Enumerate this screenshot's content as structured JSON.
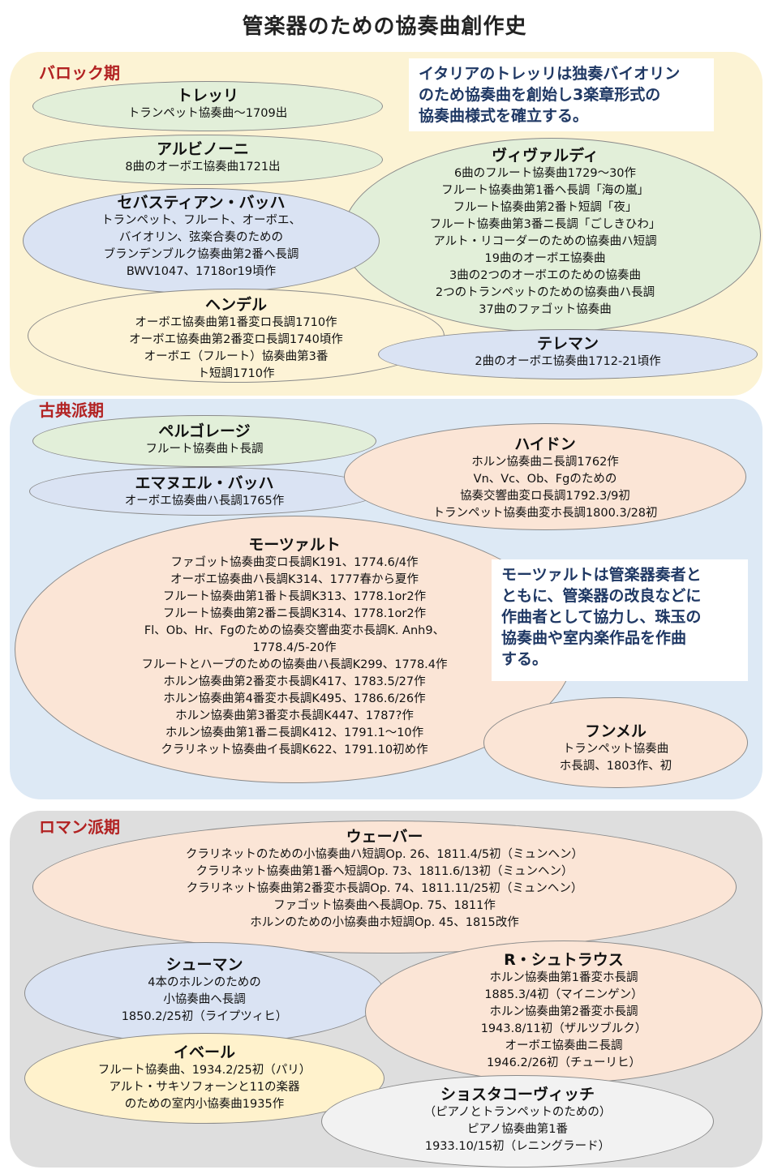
{
  "title": "管楽器のための協奏曲創作史",
  "colors": {
    "baroque_bg": "#fcf3d4",
    "classical_bg": "#dde9f5",
    "romantic_bg": "#dedede",
    "era_label": "#b22222",
    "note_text": "#1f3864"
  },
  "eras": {
    "baroque": "バロック期",
    "classical": "古典派期",
    "romantic": "ロマン派期"
  },
  "notes": {
    "baroque": [
      "イタリアのトレッリは独奏バイオリン",
      "のため協奏曲を創始し3楽章形式の",
      "協奏曲様式を確立する。"
    ],
    "classical": [
      "モーツァルトは管楽器奏者と",
      "ともに、管楽器の改良などに",
      "作曲者として協力し、珠玉の",
      "協奏曲や室内楽作品を作曲",
      "する。"
    ]
  },
  "composers": {
    "torelli": {
      "name": "トレッリ",
      "works": [
        "トランペット協奏曲～1709出"
      ]
    },
    "albinoni": {
      "name": "アルビノーニ",
      "works": [
        "8曲のオーボエ協奏曲1721出"
      ]
    },
    "bach": {
      "name": "セバスティアン・バッハ",
      "works": [
        "トランペット、フルート、オーボエ、",
        "バイオリン、弦楽合奏のための",
        "ブランデンブルク協奏曲第2番ヘ長調",
        "BWV1047、1718or19頃作"
      ]
    },
    "handel": {
      "name": "ヘンデル",
      "works": [
        "オーボエ協奏曲第1番変ロ長調1710作",
        "オーボエ協奏曲第2番変ロ長調1740頃作",
        "オーボエ（フルート）協奏曲第3番",
        "ト短調1710作"
      ]
    },
    "vivaldi": {
      "name": "ヴィヴァルディ",
      "works": [
        "6曲のフルート協奏曲1729～30作",
        "フルート協奏曲第1番ヘ長調「海の嵐」",
        "フルート協奏曲第2番ト短調「夜」",
        "フルート協奏曲第3番ニ長調「ごしきひわ」",
        "アルト・リコーダーのための協奏曲ハ短調",
        "19曲のオーボエ協奏曲",
        "3曲の2つのオーボエのための協奏曲",
        "2つのトランペットのための協奏曲ハ長調",
        "37曲のファゴット協奏曲"
      ]
    },
    "telemann": {
      "name": "テレマン",
      "works": [
        "2曲のオーボエ協奏曲1712-21頃作"
      ]
    },
    "pergolesi": {
      "name": "ペルゴレージ",
      "works": [
        "フルート協奏曲ト長調"
      ]
    },
    "emanuel_bach": {
      "name": "エマヌエル・バッハ",
      "works": [
        "オーボエ協奏曲ハ長調1765作"
      ]
    },
    "haydn": {
      "name": "ハイドン",
      "works": [
        "ホルン協奏曲ニ長調1762作",
        "Vn、Vc、Ob、Fgのための",
        "協奏交響曲変ロ長調1792.3/9初",
        "トランペット協奏曲変ホ長調1800.3/28初"
      ]
    },
    "mozart": {
      "name": "モーツァルト",
      "works": [
        "ファゴット協奏曲変ロ長調K191、1774.6/4作",
        "オーボエ協奏曲ハ長調K314、1777春から夏作",
        "フルート協奏曲第1番ト長調K313、1778.1or2作",
        "フルート協奏曲第2番ニ長調K314、1778.1or2作",
        "Fl、Ob、Hr、Fgのための協奏交響曲変ホ長調K. Anh9、",
        "1778.4/5-20作",
        "フルートとハープのための協奏曲ハ長調K299、1778.4作",
        "ホルン協奏曲第2番変ホ長調K417、1783.5/27作",
        "ホルン協奏曲第4番変ホ長調K495、1786.6/26作",
        "ホルン協奏曲第3番変ホ長調K447、1787?作",
        "ホルン協奏曲第1番ニ長調K412、1791.1～10作",
        "クラリネット協奏曲イ長調K622、1791.10初め作"
      ]
    },
    "hummel": {
      "name": "フンメル",
      "works": [
        "トランペット協奏曲",
        "ホ長調、1803作、初"
      ]
    },
    "weber": {
      "name": "ウェーバー",
      "works": [
        "クラリネットのための小協奏曲ハ短調Op. 26、1811.4/5初（ミュンヘン）",
        "クラリネット協奏曲第1番ヘ短調Op. 73、1811.6/13初（ミュンヘン）",
        "クラリネット協奏曲第2番変ホ長調Op. 74、1811.11/25初（ミュンヘン）",
        "ファゴット協奏曲ヘ長調Op. 75、1811作",
        "ホルンのための小協奏曲ホ短調Op. 45、1815改作"
      ]
    },
    "schumann": {
      "name": "シューマン",
      "works": [
        "4本のホルンのための",
        "小協奏曲ヘ長調",
        "1850.2/25初（ライプツィヒ）"
      ]
    },
    "strauss": {
      "name": "R・シュトラウス",
      "works": [
        "ホルン協奏曲第1番変ホ長調",
        "1885.3/4初（マイニンゲン）",
        "ホルン協奏曲第2番変ホ長調",
        "1943.8/11初（ザルツブルク）",
        "オーボエ協奏曲ニ長調",
        "1946.2/26初（チューリヒ）"
      ]
    },
    "ibert": {
      "name": "イベール",
      "works": [
        "フルート協奏曲、1934.2/25初（パリ）",
        "アルト・サキソフォーンと11の楽器",
        "のための室内小協奏曲1935作"
      ]
    },
    "shostakovich": {
      "name": "ショスタコーヴィッチ",
      "works": [
        "（ピアノとトランペットのための）",
        "ピアノ協奏曲第1番",
        "1933.10/15初（レニングラード）"
      ]
    }
  }
}
